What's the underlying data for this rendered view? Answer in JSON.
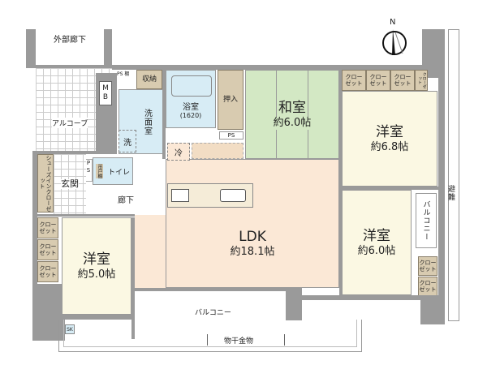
{
  "compass": {
    "label": "N",
    "icon": "north-arrow-icon"
  },
  "colors": {
    "wall": "#9a9a9a",
    "japanese_room": "#d3e8c4",
    "western_room": "#fbf8e3",
    "ldk": "#fbe8d6",
    "wet_area": "#d7ecf5",
    "storage": "#d8cbb0"
  },
  "labels": {
    "outer_corridor": "外部廊下",
    "mb": "MB",
    "alcove": "アルコーブ",
    "ps1": "PS",
    "shelf": "棚",
    "storage": "収納",
    "washroom": "洗面室",
    "washer": "洗",
    "bath": "浴室",
    "bath_size": "(1620)",
    "oshiire": "押入",
    "ps2": "PS",
    "fridge": "冷",
    "ps3": "PS",
    "toilet_cabinet": "吊戸棚",
    "toilet": "トイレ",
    "shoe_closet": "シューズインクローゼット",
    "entrance": "玄関",
    "hallway": "廊下",
    "evacuation": "避難",
    "side_balcony": "バルコニー",
    "balcony": "バルコニー",
    "sk": "SK",
    "drying_rack": "物干金物"
  },
  "rooms": {
    "washitsu": {
      "name": "和室",
      "size": "約6.0帖"
    },
    "room1": {
      "name": "洋室",
      "size": "約6.8帖"
    },
    "ldk": {
      "name": "LDK",
      "size": "約18.1帖"
    },
    "room2": {
      "name": "洋室",
      "size": "約6.0帖"
    },
    "room3": {
      "name": "洋室",
      "size": "約5.0帖"
    }
  },
  "closets": {
    "label": "クローゼット",
    "label_split": "クロー\nゼット"
  }
}
